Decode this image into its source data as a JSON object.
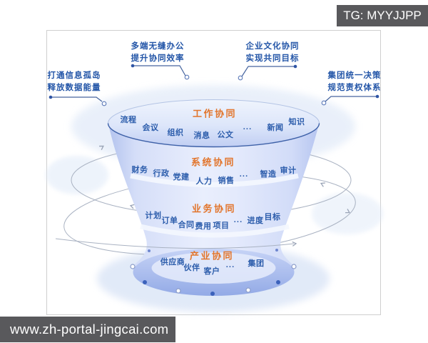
{
  "badges": {
    "tg": "TG: MYYJJPP",
    "site": "www.zh-portal-jingcai.com"
  },
  "colors": {
    "accent_orange": "#e2752c",
    "text_blue": "#2b5cab",
    "callout_blue": "#2456a8",
    "badge_bg": "#59595c",
    "funnel_fill": "#dce4fa",
    "bottom_ellipse": "#9db2ea",
    "orbit_gray": "#a9b2c2"
  },
  "callouts": {
    "left": {
      "line1": "打通信息孤岛",
      "line2": "释放数据能量"
    },
    "top_left": {
      "line1": "多端无缝办公",
      "line2": "提升协同效率"
    },
    "top_right": {
      "line1": "企业文化协同",
      "line2": "实现共同目标"
    },
    "right": {
      "line1": "集团统一决策",
      "line2": "规范责权体系"
    }
  },
  "levels": [
    {
      "title": "工作协同",
      "items": [
        "流程",
        "会议",
        "组织",
        "消息",
        "公文",
        "···",
        "新闻",
        "知识"
      ]
    },
    {
      "title": "系统协同",
      "items": [
        "财务",
        "行政",
        "党建",
        "人力",
        "销售",
        "···",
        "智造",
        "审计"
      ]
    },
    {
      "title": "业务协同",
      "items": [
        "计划",
        "订单",
        "合同",
        "费用",
        "项目",
        "···",
        "进度",
        "目标"
      ]
    },
    {
      "title": "产业协同",
      "items": [
        "供应商",
        "伙伴",
        "客户",
        "···",
        "集团"
      ]
    }
  ]
}
